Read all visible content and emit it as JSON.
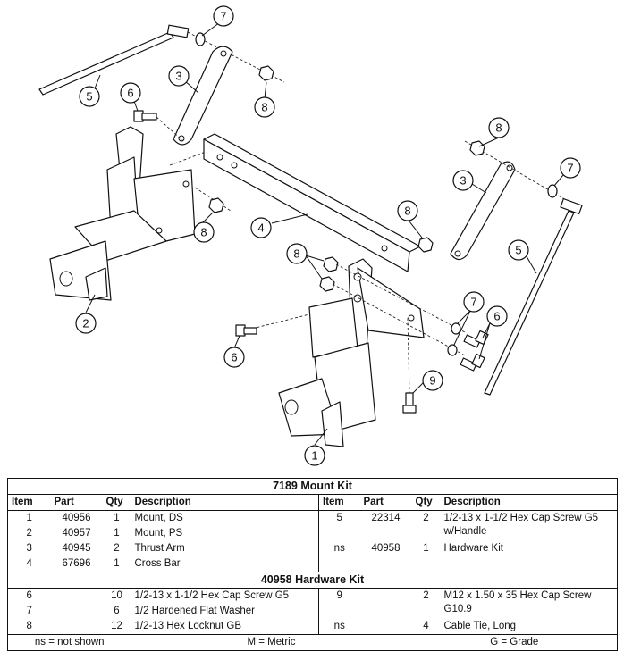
{
  "callouts": [
    {
      "id": "c7a",
      "label": "7"
    },
    {
      "id": "c5a",
      "label": "5"
    },
    {
      "id": "c6a",
      "label": "6"
    },
    {
      "id": "c3a",
      "label": "3"
    },
    {
      "id": "c8a",
      "label": "8"
    },
    {
      "id": "c8b",
      "label": "8"
    },
    {
      "id": "c4",
      "label": "4"
    },
    {
      "id": "c2",
      "label": "2"
    },
    {
      "id": "c8c",
      "label": "8"
    },
    {
      "id": "c8d",
      "label": "8"
    },
    {
      "id": "c8e",
      "label": "8"
    },
    {
      "id": "c3b",
      "label": "3"
    },
    {
      "id": "c7b",
      "label": "7"
    },
    {
      "id": "c5b",
      "label": "5"
    },
    {
      "id": "c7c",
      "label": "7"
    },
    {
      "id": "c6b",
      "label": "6"
    },
    {
      "id": "c6c",
      "label": "6"
    },
    {
      "id": "c9",
      "label": "9"
    },
    {
      "id": "c1",
      "label": "1"
    }
  ],
  "table": {
    "mount_kit_title": "7189  Mount Kit",
    "hardware_kit_title": "40958  Hardware Kit",
    "headers": {
      "item": "Item",
      "part": "Part",
      "qty": "Qty",
      "description": "Description"
    },
    "mount_rows": [
      {
        "l_item": "1",
        "l_part": "40956",
        "l_qty": "1",
        "l_desc": "Mount, DS",
        "r_item": "5",
        "r_part": "22314",
        "r_qty": "2",
        "r_desc": "1/2-13 x 1-1/2 Hex Cap Screw G5 w/Handle"
      },
      {
        "l_item": "2",
        "l_part": "40957",
        "l_qty": "1",
        "l_desc": "Mount, PS",
        "r_item": "",
        "r_part": "",
        "r_qty": "",
        "r_desc": ""
      },
      {
        "l_item": "3",
        "l_part": "40945",
        "l_qty": "2",
        "l_desc": "Thrust Arm",
        "r_item": "ns",
        "r_part": "40958",
        "r_qty": "1",
        "r_desc": "Hardware Kit"
      },
      {
        "l_item": "4",
        "l_part": "67696",
        "l_qty": "1",
        "l_desc": "Cross Bar",
        "r_item": "",
        "r_part": "",
        "r_qty": "",
        "r_desc": ""
      }
    ],
    "hardware_rows": [
      {
        "l_item": "6",
        "l_part": "",
        "l_qty": "10",
        "l_desc": "1/2-13 x 1-1/2 Hex Cap Screw G5",
        "r_item": "9",
        "r_part": "",
        "r_qty": "2",
        "r_desc": "M12 x 1.50 x 35 Hex Cap Screw G10.9"
      },
      {
        "l_item": "7",
        "l_part": "",
        "l_qty": "6",
        "l_desc": "1/2 Hardened Flat Washer",
        "r_item": "",
        "r_part": "",
        "r_qty": "",
        "r_desc": ""
      },
      {
        "l_item": "8",
        "l_part": "",
        "l_qty": "12",
        "l_desc": "1/2-13 Hex Locknut GB",
        "r_item": "ns",
        "r_part": "",
        "r_qty": "4",
        "r_desc": "Cable Tie, Long"
      }
    ],
    "footer": {
      "ns": "ns = not shown",
      "m": "M = Metric",
      "g": "G = Grade"
    }
  }
}
